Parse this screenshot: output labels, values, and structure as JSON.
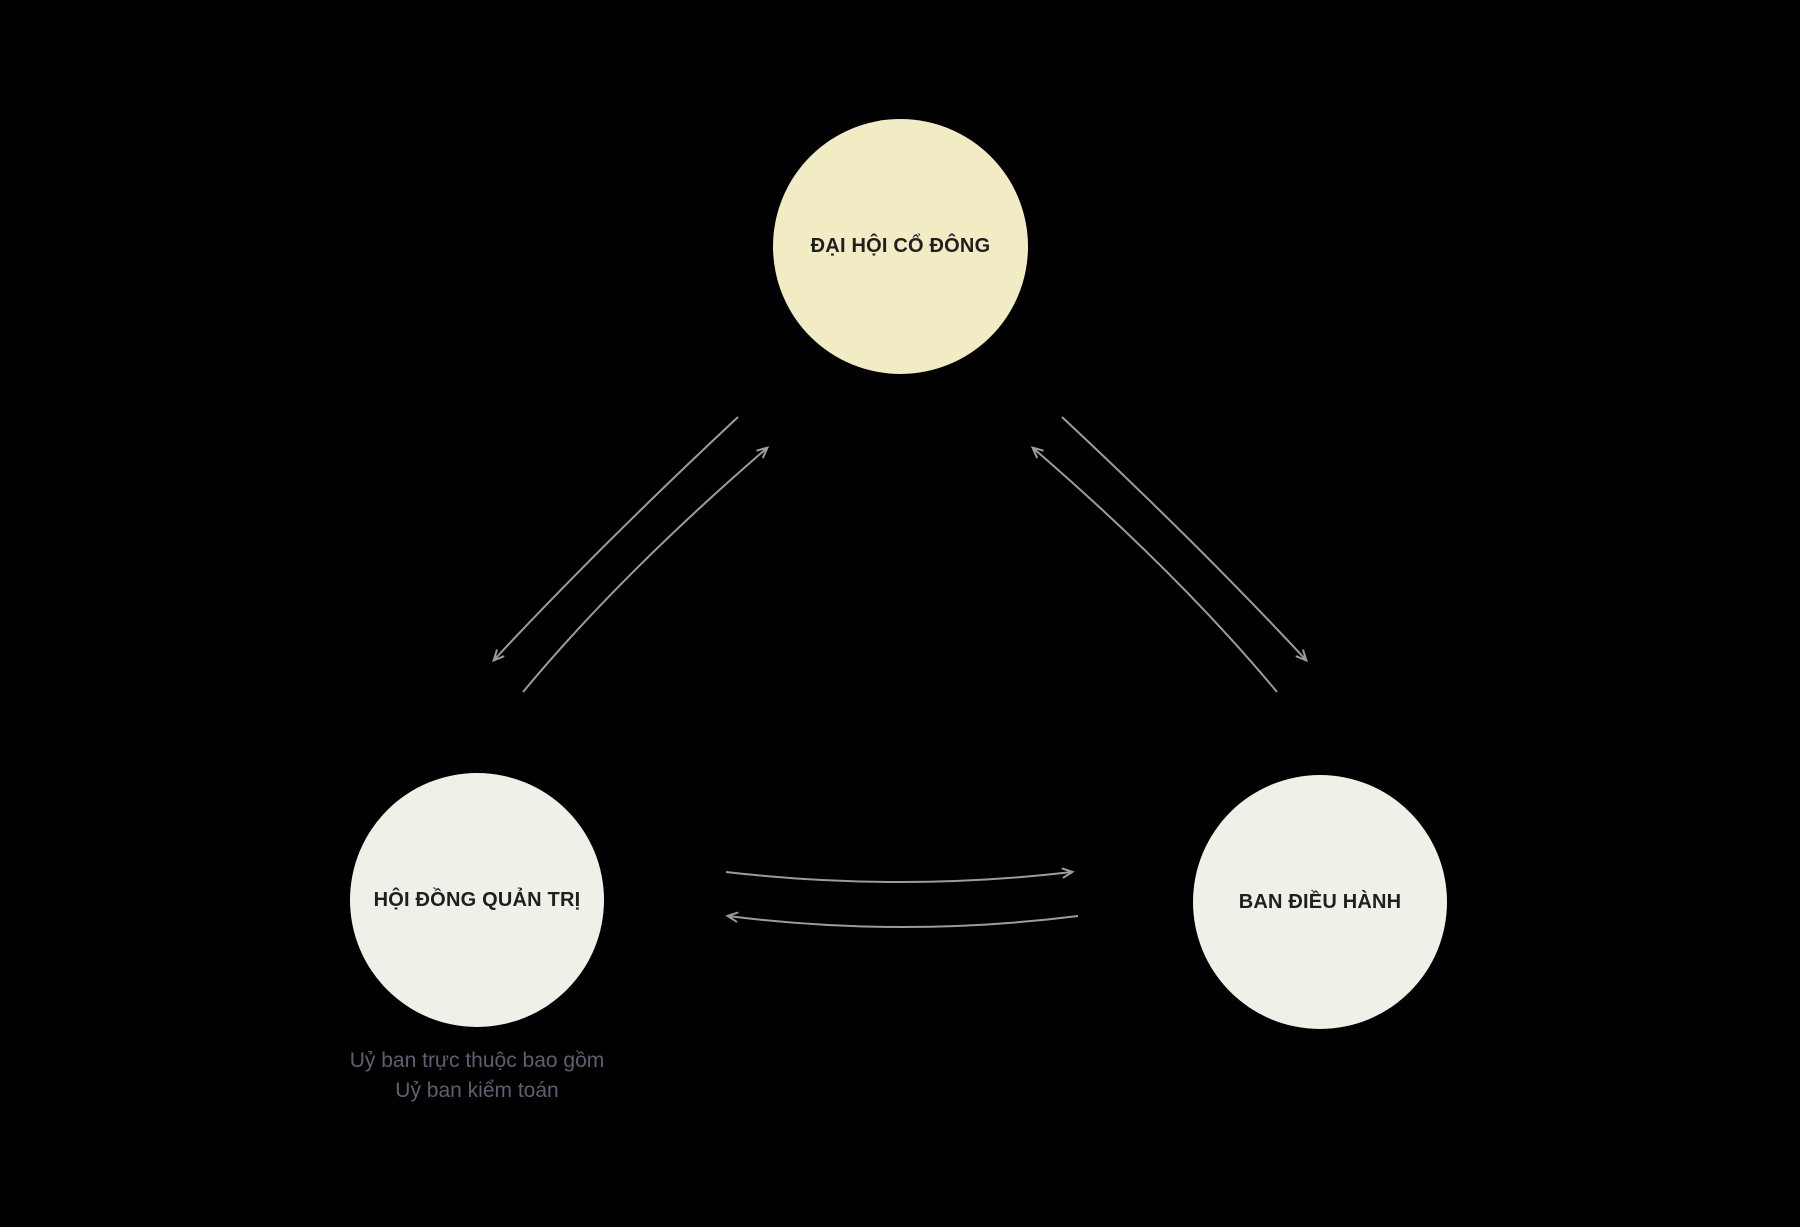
{
  "diagram": {
    "background_color": "#000000",
    "arrow_color": "#9C9C9C",
    "nodes": {
      "shareholders": {
        "label": "ĐẠI HỘI CỔ ĐÔNG",
        "fill": "#F1ECC4",
        "text_color": "#1F1F1F"
      },
      "board": {
        "label": "HỘI ĐỒNG QUẢN TRỊ",
        "fill": "#EEF1E8",
        "text_color": "#1F1F1F",
        "sublabel": {
          "line1": "Uỷ ban trực thuộc bao gồm",
          "line2": "Uỷ ban kiểm toán",
          "color": "#5A6270"
        }
      },
      "executive": {
        "label": "BAN ĐIỀU HÀNH",
        "fill": "#EEF1E8",
        "text_color": "#1F1F1F"
      }
    },
    "relationships": [
      {
        "from": "shareholders",
        "to": "board",
        "bidirectional": true
      },
      {
        "from": "shareholders",
        "to": "executive",
        "bidirectional": true
      },
      {
        "from": "board",
        "to": "executive",
        "bidirectional": true
      }
    ]
  }
}
